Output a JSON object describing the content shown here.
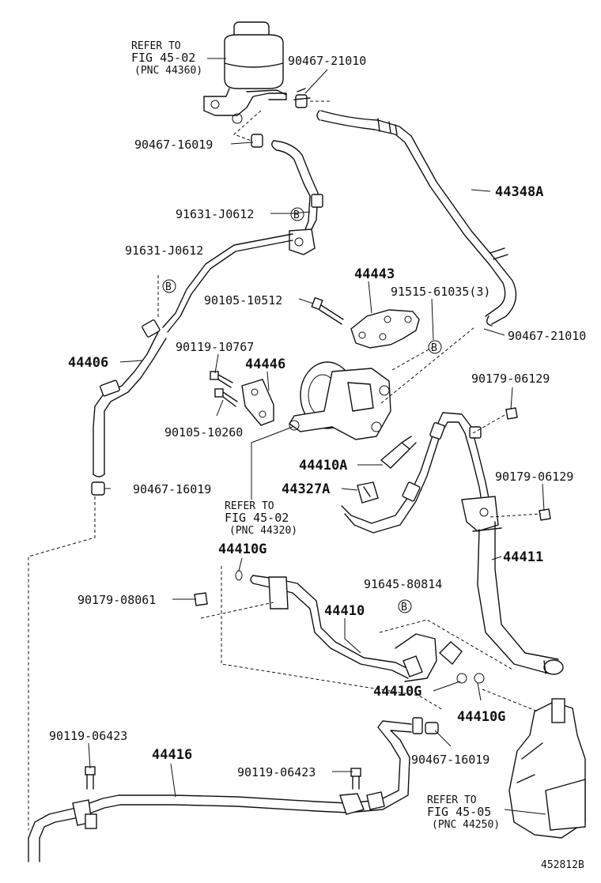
{
  "labels": {
    "refer_top_line1": "REFER TO",
    "refer_top_line2": "FIG 45-02",
    "refer_top_line3": "(PNC 44360)",
    "p_90467_21010_top": "90467-21010",
    "p_90467_16019_top": "90467-16019",
    "p_44348A": "44348A",
    "p_91631_J0612_a": "91631-J0612",
    "p_91631_J0612_b": "91631-J0612",
    "p_44443": "44443",
    "p_90105_10512": "90105-10512",
    "p_91515_61035": "91515-61035(3)",
    "p_90467_21010_right": "90467-21010",
    "p_44406": "44406",
    "p_90119_10767": "90119-10767",
    "p_44446": "44446",
    "p_90179_06129_top": "90179-06129",
    "p_90105_10260": "90105-10260",
    "p_44410A": "44410A",
    "p_90467_16019_mid": "90467-16019",
    "p_44327A": "44327A",
    "p_90179_06129_mid": "90179-06129",
    "refer_mid_line1": "REFER TO",
    "refer_mid_line2": "FIG 45-02",
    "refer_mid_line3": "(PNC 44320)",
    "p_44410G_top": "44410G",
    "p_44411": "44411",
    "p_91645_80814": "91645-80814",
    "p_90179_08061": "90179-08061",
    "p_44410": "44410",
    "p_44410G_mid": "44410G",
    "p_44410G_right": "44410G",
    "p_90119_06423_left": "90119-06423",
    "p_44416": "44416",
    "p_90119_06423_mid": "90119-06423",
    "p_90467_16019_bottom": "90467-16019",
    "refer_bot_line1": "REFER TO",
    "refer_bot_line2": "FIG 45-05",
    "refer_bot_line3": "(PNC 44250)",
    "b_marker": "B",
    "diagram_id": "452812B"
  }
}
